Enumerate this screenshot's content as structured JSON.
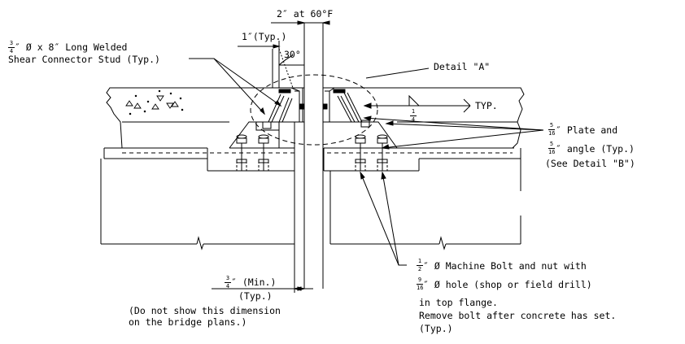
{
  "labels": {
    "gap": "2″ at 60°F",
    "edge_typ": "1″(Typ.)",
    "angle": "30°",
    "stud_frac": {
      "n": "3",
      "d": "4"
    },
    "stud_line1": "″ Ø x 8″ Long Welded",
    "stud_line2": "Shear Connector Stud (Typ.)",
    "detail_a": "Detail \"A\"",
    "weld_frac": {
      "n": "1",
      "d": "4"
    },
    "weld_typ": "TYP.",
    "plate_frac": {
      "n": "5",
      "d": "16"
    },
    "plate_line1": "″ Plate and",
    "angle_frac": {
      "n": "5",
      "d": "16"
    },
    "angle_line2": "″ angle (Typ.)",
    "see_detail_b": "(See Detail \"B\")",
    "bolt_frac": {
      "n": "1",
      "d": "2"
    },
    "bolt_line1": "″ Ø Machine Bolt and nut with",
    "hole_frac": {
      "n": "9",
      "d": "16"
    },
    "bolt_line2": "″ Ø hole (shop or field drill)",
    "bolt_line3": "in top flange.",
    "bolt_line4": "Remove bolt after concrete has set.",
    "bolt_line5": "(Typ.)",
    "min_frac": {
      "n": "3",
      "d": "4"
    },
    "min_line1": "″ (Min.)",
    "min_line2": "(Typ.)",
    "note_line1": "(Do not show this dimension",
    "note_line2": "on the bridge plans.)"
  }
}
